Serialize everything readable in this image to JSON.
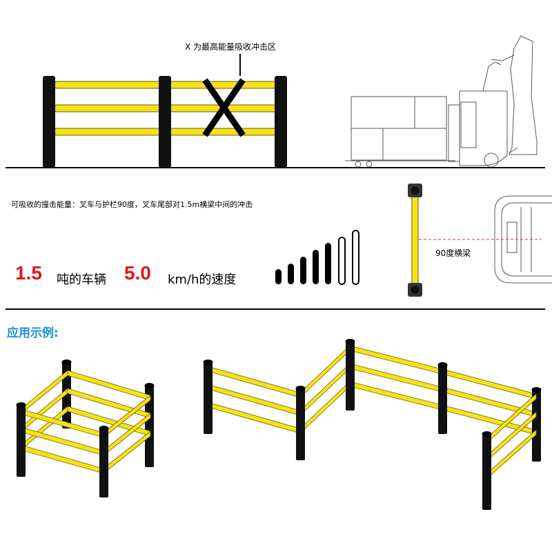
{
  "top_diagram": {
    "x_zone_caption": "X 为最高能量吸收冲击区"
  },
  "impact_info": {
    "description": "可吸收的撞击能量：叉车与护栏90度，叉车尾部对1.5m横梁中间的冲击",
    "weight_value": "1.5",
    "weight_text": "吨的车辆",
    "speed_value": "5.0",
    "speed_text": "km/h的速度",
    "beam_label": "90度横梁"
  },
  "examples": {
    "title": "应用示例:"
  },
  "colors": {
    "rail_yellow": "#f5e21b",
    "post_black": "#111111",
    "emphasis_red": "#e8141b",
    "title_blue": "#1a8fd8",
    "guide_red": "#d8322a"
  }
}
